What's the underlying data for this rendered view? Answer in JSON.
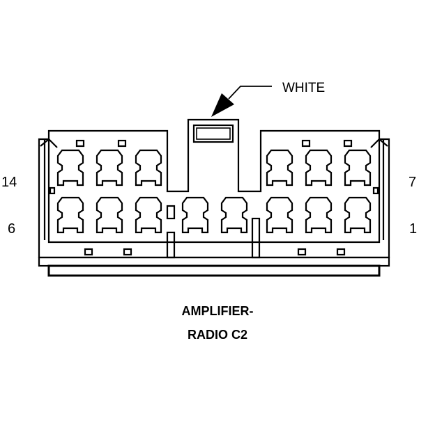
{
  "connector": {
    "color_callout": "WHITE",
    "caption_line1": "AMPLIFIER-",
    "caption_line2": "RADIO C2",
    "pin_labels": {
      "top_left": "14",
      "bottom_left": "6",
      "top_right": "7",
      "bottom_right": "1"
    }
  }
}
